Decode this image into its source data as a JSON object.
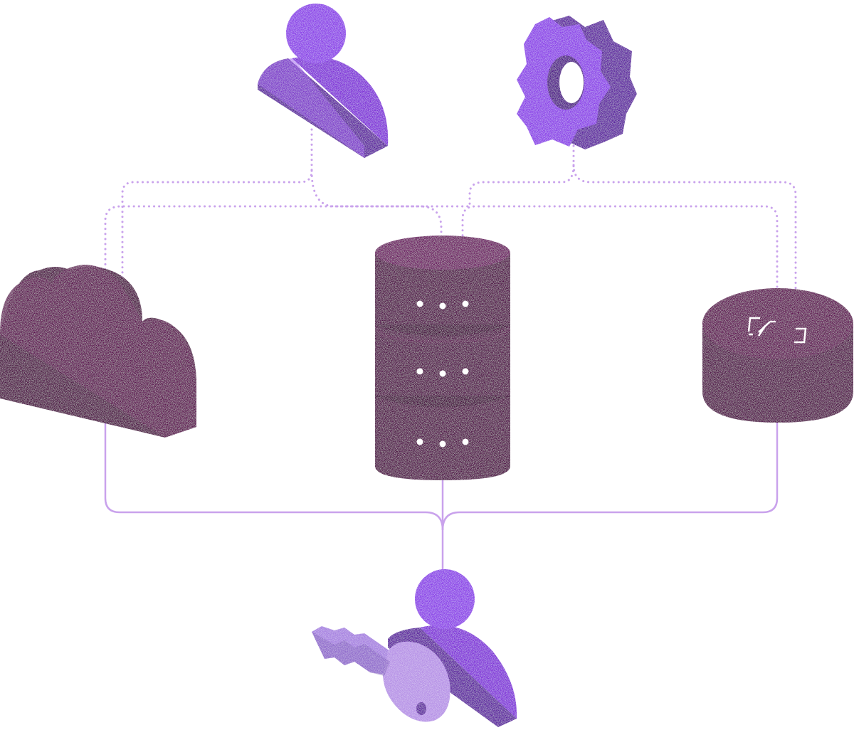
{
  "colors": {
    "background": "#ffffff",
    "plum_dark": "#4a0840",
    "plum_mid": "#5c0c50",
    "plum_top": "#6a1560",
    "violet": "#7e2ad8",
    "violet_light": "#9b4fef",
    "violet_pale": "#b58fe6",
    "violet_shadow": "#5a1d9e",
    "line": "#c9a2ec"
  },
  "nodes": [
    {
      "id": "user",
      "icon": "user-icon"
    },
    {
      "id": "settings",
      "icon": "gear-icon"
    },
    {
      "id": "cloud",
      "icon": "cloud-icon"
    },
    {
      "id": "database",
      "icon": "database-icon"
    },
    {
      "id": "code",
      "icon": "code-icon"
    },
    {
      "id": "key-user",
      "icon": "key-user-icon"
    }
  ]
}
